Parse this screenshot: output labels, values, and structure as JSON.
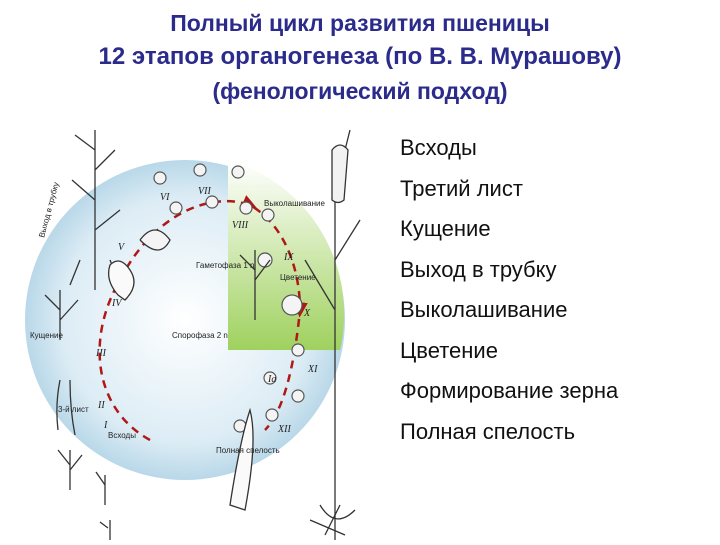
{
  "slide": {
    "title_line1": "Полный цикл развития пшеницы",
    "title_line2": "12 этапов органогенеза (по В. В. Мурашову)",
    "title_line3": "(фенологический подход)"
  },
  "stages": [
    "Всходы",
    "Третий лист",
    "Кущение",
    "Выход в трубку",
    "Выколашивание",
    "Цветение",
    "Формирование зерна",
    "Полная спелость"
  ],
  "diagram": {
    "labels": {
      "vyhod": "Выход в трубку",
      "kushenie": "Кущение",
      "tretiy": "3-й лист",
      "vshody": "Всходы",
      "spelost": "Полная спелость",
      "vykol": "Выколашивание",
      "cvetenie": "Цветение",
      "gametofaza": "Гаметофаза 1 n",
      "sporofaza": "Спорофаза 2 n"
    },
    "roman": [
      "I",
      "II",
      "III",
      "IV",
      "V",
      "VI",
      "VII",
      "VIII",
      "IX",
      "X",
      "XI",
      "XII",
      "Ia"
    ],
    "colors": {
      "circle": "#bcd9ea",
      "gameto": "#a6d46a",
      "arrow": "#b01818",
      "title": "#2b2b8c"
    }
  }
}
